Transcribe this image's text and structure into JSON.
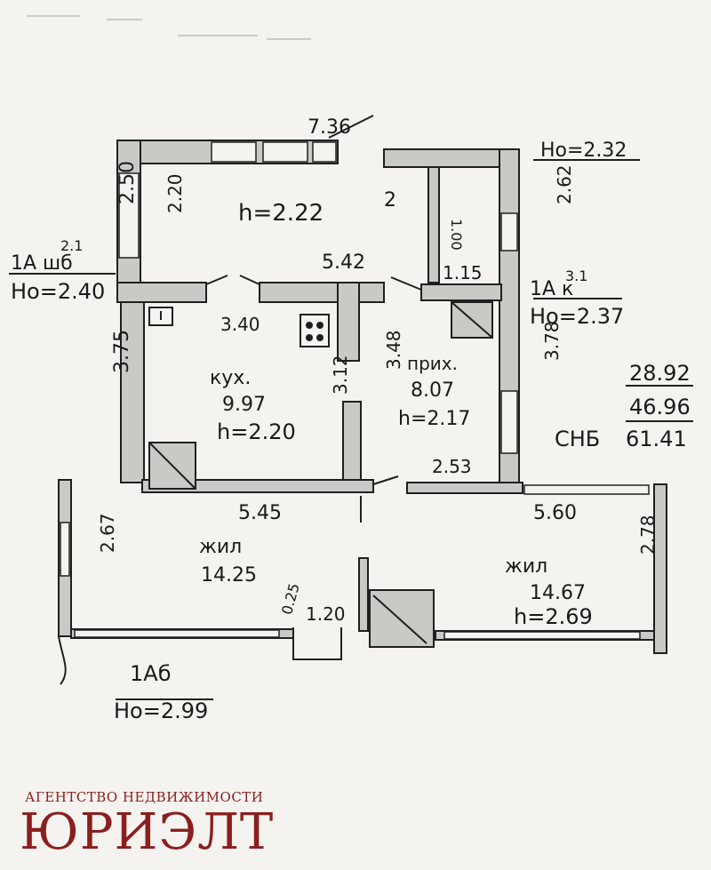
{
  "plan": {
    "total_width": "7.36",
    "unit_2_height": "Hо=2.32",
    "left_wall_2": "2.50",
    "left_window": "2.20",
    "upper_room_height": "h=2.22",
    "vestibule_number": "2",
    "vestibule_width": "1.00",
    "vestibule_right": "2.62",
    "left_label_top": "1А шб",
    "left_label_sup": "2.1",
    "left_label_bottom": "Hо=2.40",
    "mid_width": "5.42",
    "vest_bottom": "1.15",
    "right_label_top": "1А к",
    "right_label_sup": "3.1",
    "right_label_bottom": "Hо=2.37",
    "kitchen_width": "3.40",
    "left_height_kitchen": "3.75",
    "kitchen_name": "кух.",
    "kitchen_area": "9.97",
    "kitchen_h": "h=2.20",
    "kitchen_depth_1": "3.12",
    "kitchen_depth_2": "3.48",
    "hall_name": "прих.",
    "hall_area": "8.07",
    "hall_h": "h=2.17",
    "hall_right": "3.78",
    "hall_width": "2.53",
    "area_1": "28.92",
    "area_2": "46.96",
    "area_3_prefix": "СНБ",
    "area_3": "61.41",
    "living1_width": "5.45",
    "living1_side": "2.67",
    "living1_name": "жил",
    "living1_area": "14.25",
    "living2_width": "5.60",
    "living2_side": "2.78",
    "living2_name": "жил",
    "living2_area": "14.67",
    "living2_h": "h=2.69",
    "partition_small": "0.25",
    "partition_width": "1.20",
    "bottom_label_top": "1Аб",
    "bottom_label_bottom": "Hо=2.99"
  },
  "brand": {
    "subtitle": "АГЕНТСТВО НЕДВИЖИМОСТИ",
    "name": "ЮРИЭЛТ"
  }
}
